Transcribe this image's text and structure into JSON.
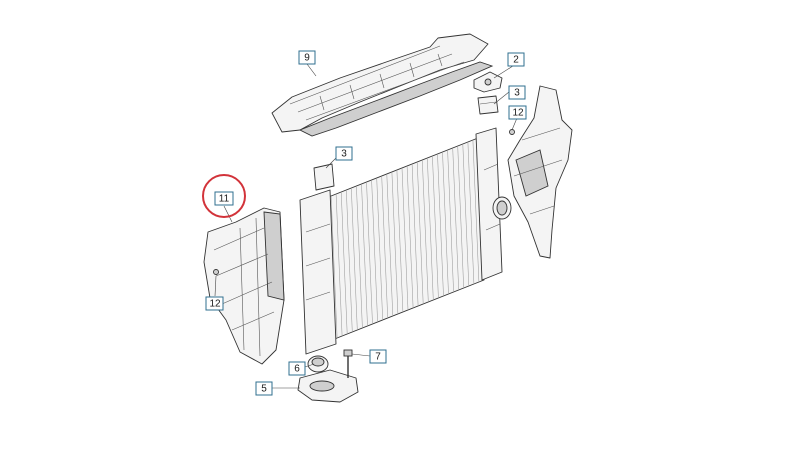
{
  "diagram": {
    "callouts": [
      "9",
      "2",
      "3",
      "12",
      "3",
      "11",
      "12",
      "6",
      "7",
      "5"
    ],
    "highlight_color": "#d2333a",
    "callout_border_color": "#2f6f8f"
  }
}
